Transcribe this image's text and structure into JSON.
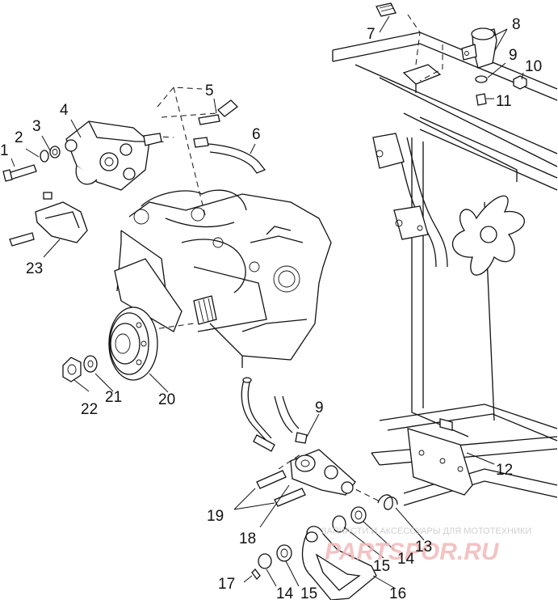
{
  "callouts": {
    "c1": "1",
    "c2": "2",
    "c3": "3",
    "c4": "4",
    "c5": "5",
    "c6": "6",
    "c7": "7",
    "c8": "8",
    "c9a": "9",
    "c10": "10",
    "c11": "11",
    "c12": "12",
    "c13": "13",
    "c14a": "14",
    "c14b": "14",
    "c15a": "15",
    "c15b": "15",
    "c16": "16",
    "c17": "17",
    "c18": "18",
    "c19": "19",
    "c20": "20",
    "c21": "21",
    "c22": "22",
    "c23": "23",
    "c9b": "9"
  },
  "watermark": {
    "text": "ЗАПЧАСТИ И АКСЕССУАРЫ ДЛЯ МОТОТЕХНИКИ",
    "logo": "PARTSPOR.RU"
  }
}
